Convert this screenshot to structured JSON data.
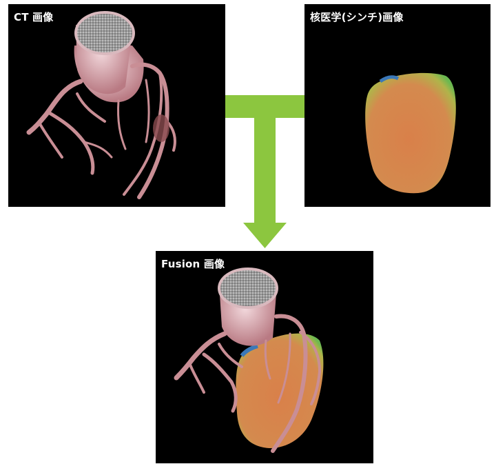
{
  "panels": {
    "ct": {
      "label": "CT 画像"
    },
    "nuclear": {
      "label": "核医学(シンチ)画像"
    },
    "fusion": {
      "label": "Fusion 画像"
    }
  },
  "colors": {
    "arrow": "#8cc63f",
    "background": "#ffffff",
    "panel": "#000000",
    "vessel": "#c98e95",
    "perfusion": "#d98a52"
  }
}
